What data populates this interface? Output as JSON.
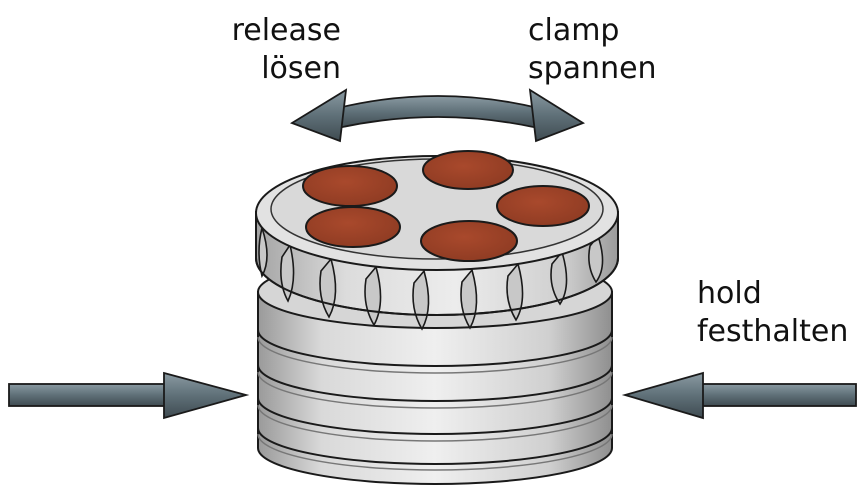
{
  "labels": {
    "release_en": "release",
    "release_de": "lösen",
    "clamp_en": "clamp",
    "clamp_de": "spannen",
    "hold_en": "hold",
    "hold_de": "festhalten"
  },
  "colors": {
    "metal_light": "#e6e6e6",
    "metal_mid": "#bfbfbf",
    "metal_dark": "#8c8c8c",
    "outline": "#1a1a1a",
    "pad": "#9a4026",
    "arrow": "#5f7078"
  },
  "figure": {
    "pad_count": 5,
    "knurl_count": 14,
    "groove_count": 4
  }
}
